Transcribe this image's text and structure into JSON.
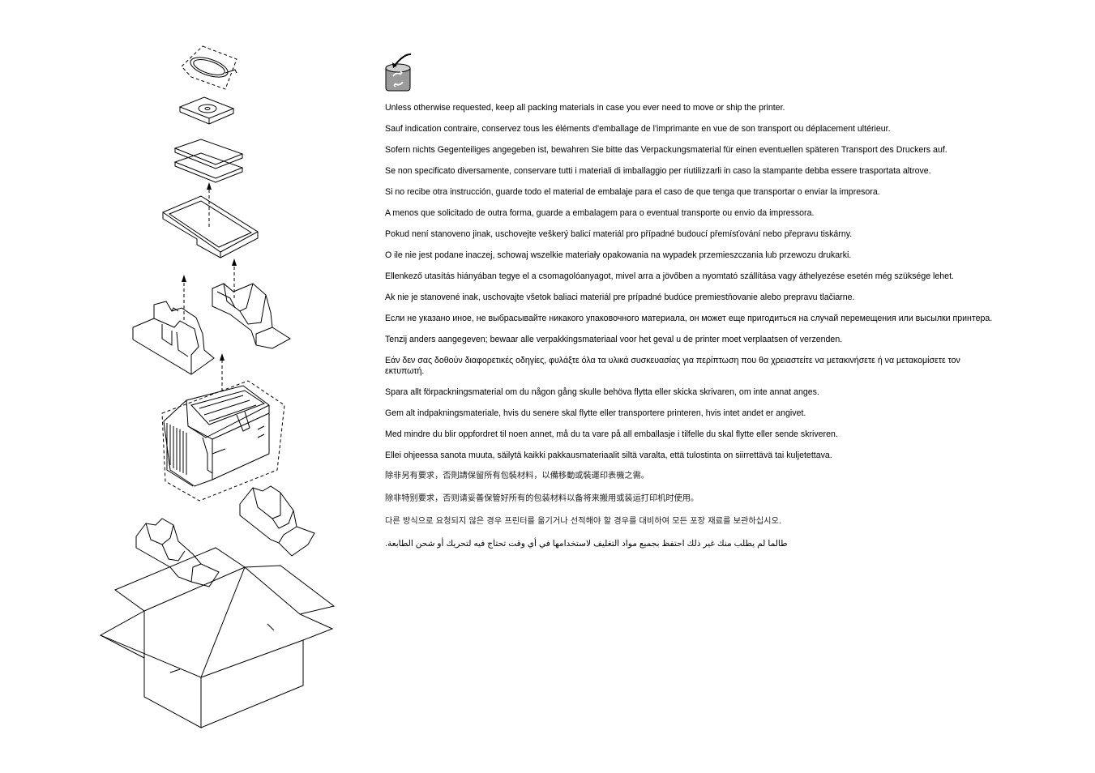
{
  "notices": [
    {
      "lang": "en",
      "text": "Unless otherwise requested, keep all packing materials in case you ever need to move or ship the printer."
    },
    {
      "lang": "fr",
      "text": "Sauf indication contraire, conservez tous les éléments d'emballage de l'imprimante en vue de son transport ou déplacement ultérieur."
    },
    {
      "lang": "de",
      "text": "Sofern nichts Gegenteiliges angegeben ist, bewahren Sie bitte das Verpackungsmaterial für einen eventuellen späteren Transport des Druckers auf."
    },
    {
      "lang": "it",
      "text": "Se non specificato diversamente, conservare tutti i materiali di imballaggio per riutilizzarli in caso la stampante debba essere trasportata altrove."
    },
    {
      "lang": "es",
      "text": "Si no recibe otra instrucción, guarde todo el material de embalaje para el caso de que tenga que transportar o enviar la impresora."
    },
    {
      "lang": "pt",
      "text": "A menos que solicitado de outra forma, guarde a embalagem para o eventual transporte ou envio da impressora."
    },
    {
      "lang": "cs",
      "text": "Pokud není stanoveno jinak, uschovejte veškerý balicí materiál pro případné budoucí přemísťování nebo přepravu tiskárny."
    },
    {
      "lang": "pl",
      "text": "O ile nie jest podane inaczej, schowaj wszelkie materiały opakowania na wypadek przemieszczania lub przewozu drukarki."
    },
    {
      "lang": "hu",
      "text": "Ellenkező utasítás hiányában tegye el a csomagolóanyagot, mivel arra a jövőben a nyomtató szállítása vagy áthelyezése esetén még szüksége lehet."
    },
    {
      "lang": "sk",
      "text": "Ak nie je stanovené inak, uschovajte všetok baliaci materiál pre prípadné budúce premiestňovanie alebo prepravu tlačiarne."
    },
    {
      "lang": "ru",
      "text": "Если не указано иное, не выбрасывайте никакого упаковочного материала, он может еще пригодиться на случай перемещения или высылки принтера."
    },
    {
      "lang": "nl",
      "text": "Tenzij anders aangegeven; bewaar alle verpakkingsmateriaal voor het geval u de printer moet verplaatsen of verzenden."
    },
    {
      "lang": "el",
      "text": "Εάν δεν σας δοθούν διαφορετικές οδηγίες, φυλάξτε όλα τα υλικά συσκευασίας για περίπτωση που θα χρειαστείτε να μετακινήσετε ή να μετακομίσετε τον εκτυπωτή."
    },
    {
      "lang": "sv",
      "text": "Spara allt förpackningsmaterial om du någon gång skulle behöva flytta eller skicka skrivaren, om inte annat anges."
    },
    {
      "lang": "da",
      "text": "Gem alt indpakningsmateriale, hvis du senere skal flytte eller transportere printeren, hvis intet andet er angivet."
    },
    {
      "lang": "no",
      "text": "Med mindre du blir oppfordret til noen annet, må du ta vare på all emballasje i tilfelle du skal flytte eller sende skriveren."
    },
    {
      "lang": "fi",
      "text": "Ellei ohjeessa sanota muuta, säilytä kaikki pakkausmateriaalit siltä varalta, että tulostinta on siirrettävä tai kuljetettava."
    },
    {
      "lang": "zh-Hant",
      "text": "除非另有要求，否則請保留所有包裝材料，以備移動或裝運印表機之需。"
    },
    {
      "lang": "zh-Hans",
      "text": "除非特别要求，否则请妥善保管好所有的包装材料以备将来搬用或装运打印机时使用。"
    },
    {
      "lang": "ko",
      "text": "다른 방식으로 요청되지 않은 경우 프린터를 옮기거나 선적해야 할 경우를 대비하여 모든 포장 재료를 보관하십시오."
    },
    {
      "lang": "ar",
      "text": "طالما لم يطلب منك غير ذلك احتفظ بجميع مواد التغليف لاستخدامها في أي وقت تحتاج فيه لتحريك أو شحن الطابعة."
    }
  ]
}
